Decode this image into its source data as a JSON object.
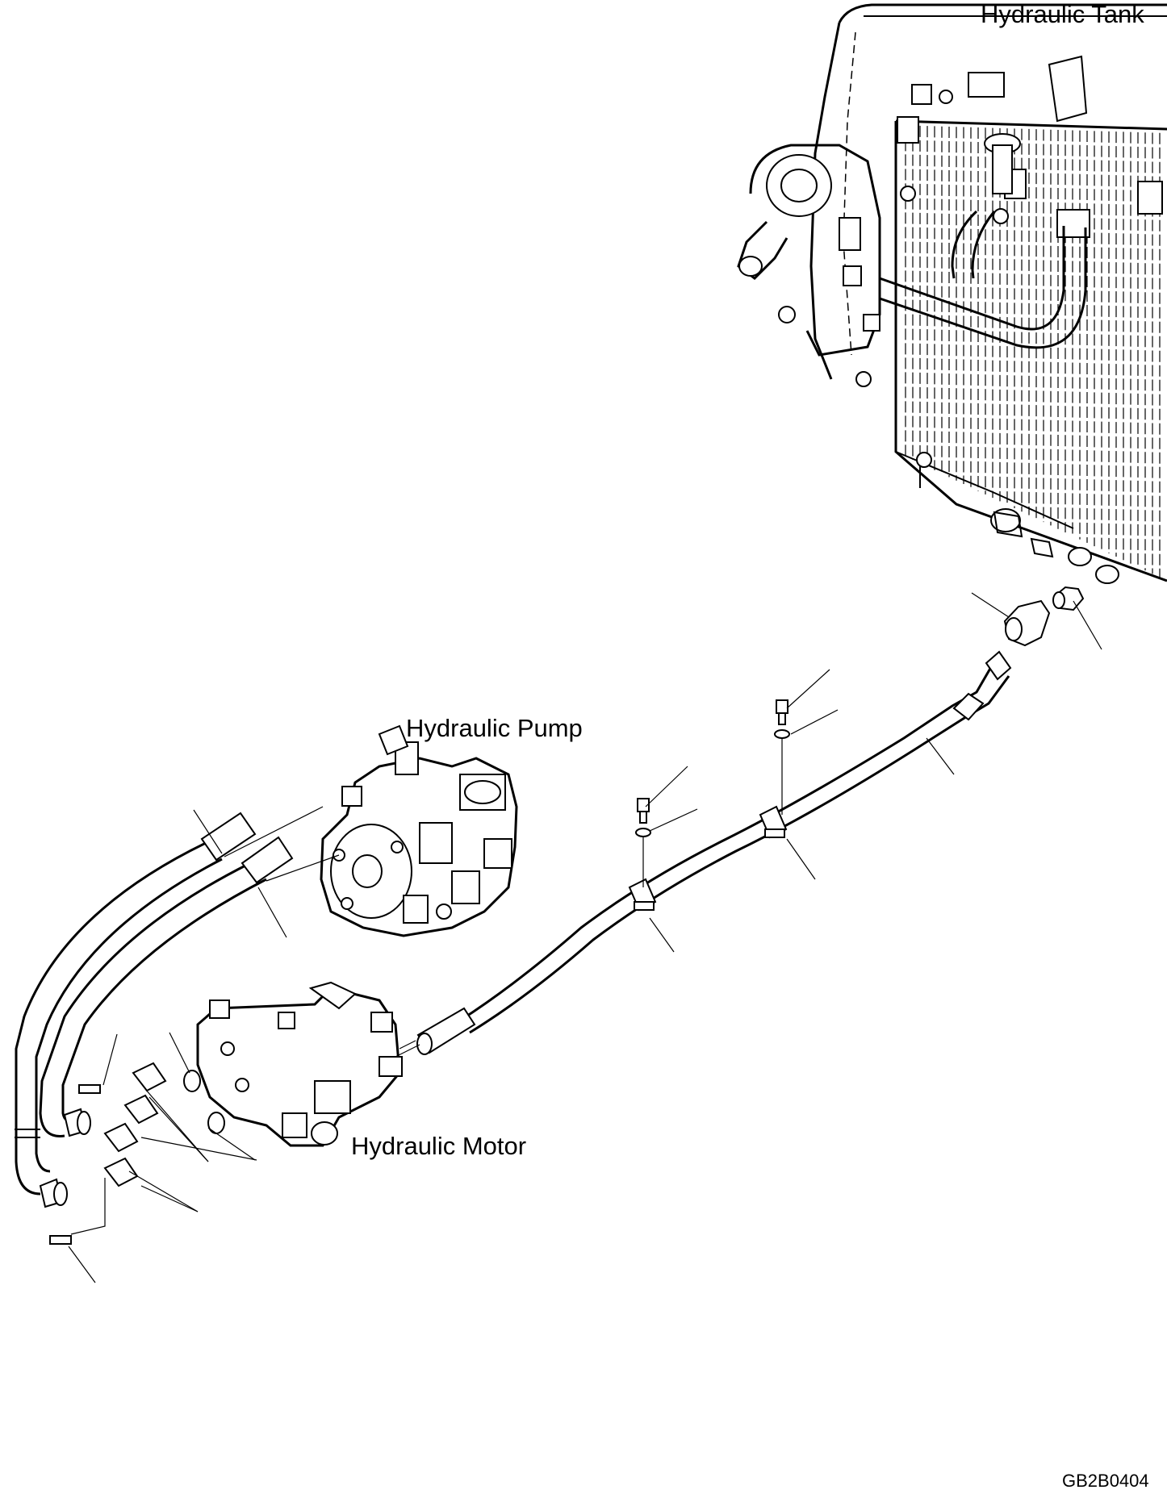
{
  "labels": {
    "tank": "Hydraulic Tank",
    "pump": "Hydraulic Pump",
    "motor": "Hydraulic Motor",
    "drawing_code": "GB2B0404"
  }
}
